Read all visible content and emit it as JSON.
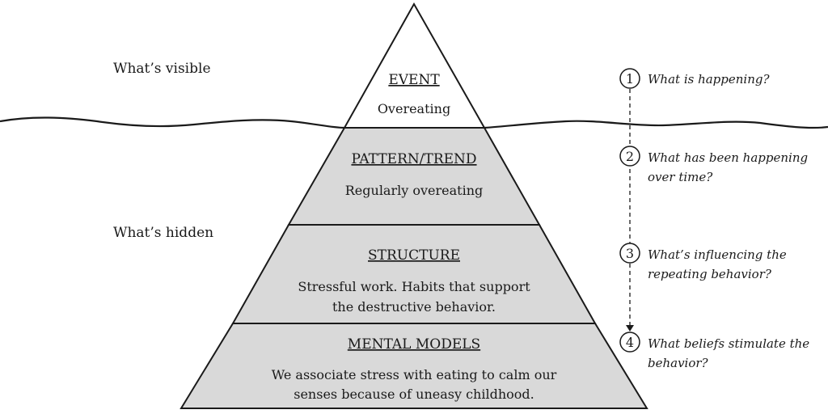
{
  "labels": {
    "visible": "What’s visible",
    "hidden": "What’s hidden"
  },
  "tiers": [
    {
      "title": "EVENT",
      "lines": [
        "Overeating"
      ]
    },
    {
      "title": "PATTERN/TREND",
      "lines": [
        "Regularly overeating"
      ]
    },
    {
      "title": "STRUCTURE",
      "lines": [
        "Stressful work. Habits that support",
        "the destructive behavior."
      ]
    },
    {
      "title": "MENTAL MODELS",
      "lines": [
        "We associate stress with eating to calm our",
        "senses because of uneasy childhood."
      ]
    }
  ],
  "questions": [
    {
      "number": "1",
      "lines": [
        "What is happening?"
      ]
    },
    {
      "number": "2",
      "lines": [
        "What has been happening",
        "over time?"
      ]
    },
    {
      "number": "3",
      "lines": [
        "What’s influencing the",
        "repeating behavior?"
      ]
    },
    {
      "number": "4",
      "lines": [
        "What beliefs stimulate the",
        "behavior?"
      ]
    }
  ],
  "colors": {
    "above_water": "#ffffff",
    "below_water": "#d9d9d9",
    "stroke": "#1a1a1a"
  }
}
